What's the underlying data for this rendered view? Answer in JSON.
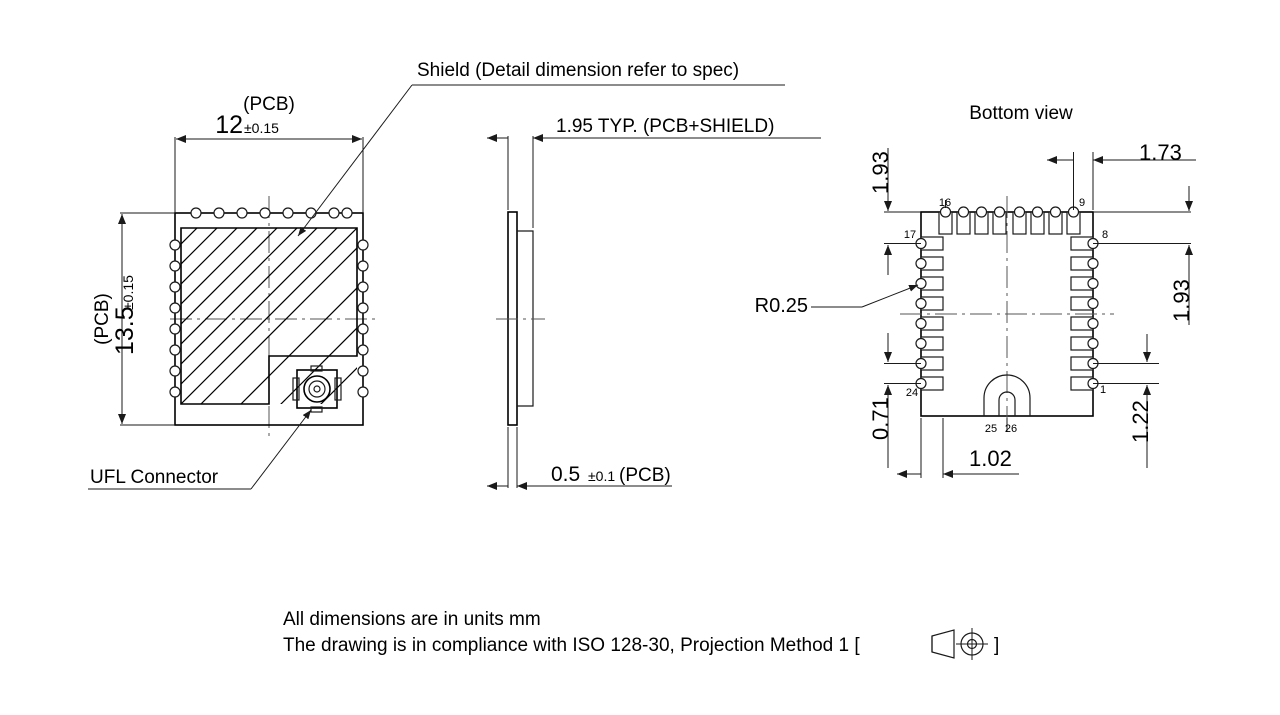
{
  "sheet": {
    "title_bottom_view": "Bottom view"
  },
  "top_view": {
    "width_label": "(PCB)",
    "width_value": "12",
    "width_tol": "±0.15",
    "height_label": "(PCB)",
    "height_value": "13.5",
    "height_tol": "±0.15",
    "shield_callout": "Shield (Detail dimension refer to spec)",
    "ufl_callout": "UFL Connector",
    "top_pad_count": 8,
    "left_pad_count": 8,
    "right_pad_count": 8
  },
  "side_view": {
    "total_thickness": "1.95 TYP. (PCB+SHIELD)",
    "pcb_thickness_value": "0.5",
    "pcb_thickness_tol": "±0.1",
    "pcb_thickness_label": "(PCB)"
  },
  "bottom_view": {
    "title": "Bottom view",
    "corner_radius": "R0.25",
    "dim_top_left": "1.93",
    "dim_top_right": "1.73",
    "dim_right_mid": "1.93",
    "dim_right_low": "1.22",
    "dim_left_low": "0.71",
    "dim_bottom": "1.02",
    "pin_labels": {
      "p16": "16",
      "p9": "9",
      "p17": "17",
      "p8": "8",
      "p24": "24",
      "p1": "1",
      "p25": "25",
      "p26": "26"
    },
    "top_pad_count": 8,
    "left_pad_count": 8,
    "right_pad_count": 8
  },
  "notes": {
    "line1": "All dimensions are in units mm",
    "line2_pre": "The drawing is in compliance with ISO 128-30, Projection Method 1 [",
    "line2_post": "]"
  },
  "colors": {
    "ink": "#000000",
    "thin": "#1a1a1a",
    "center": "#555555",
    "paper": "#ffffff"
  }
}
